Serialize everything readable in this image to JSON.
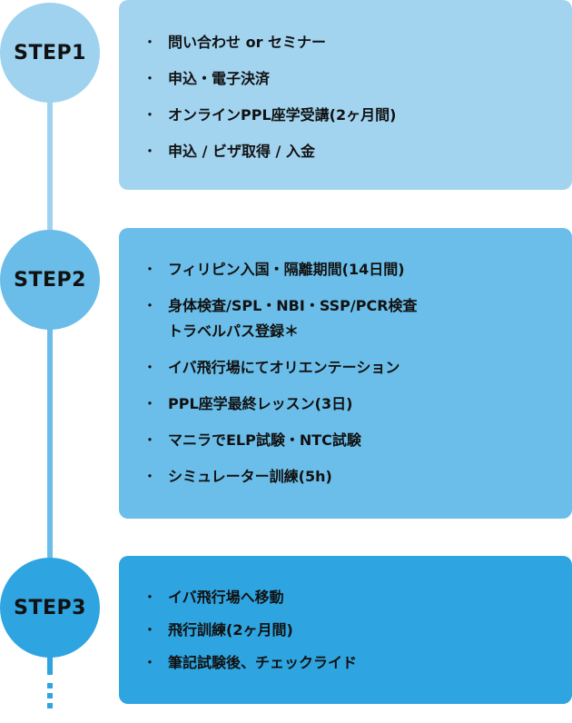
{
  "steps": [
    {
      "label": "STEP1",
      "items": [
        "問い合わせ or セミナー",
        "申込・電子決済",
        "オンラインPPL座学受講(2ヶ月間)",
        "申込 / ビザ取得 / 入金"
      ]
    },
    {
      "label": "STEP2",
      "items": [
        "フィリピン入国・隔離期間(14日間)",
        "身体検査/SPL・NBI・SSP/PCR検査",
        "トラベルパス登録＊",
        "イバ飛行場にてオリエンテーション",
        "PPL座学最終レッスン(3日)",
        "マニラでELP試験・NTC試験",
        "シミュレーター訓練(5h)"
      ]
    },
    {
      "label": "STEP3",
      "items": [
        "イバ飛行場へ移動",
        "飛行訓練(2ヶ月間)",
        "筆記試験後、チェックライド"
      ]
    }
  ],
  "colors": {
    "step1": "#9ed2ef",
    "step2": "#69bde8",
    "step3": "#2ea4e0"
  }
}
